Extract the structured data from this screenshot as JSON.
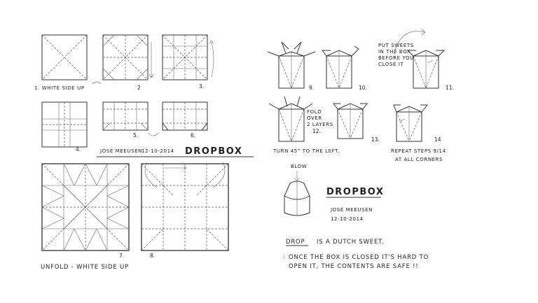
{
  "steps": {
    "s1": "1. WHITE SIDE UP",
    "s2": "2",
    "s3": "3.",
    "s4": "4.",
    "s5": "5.",
    "s6": "6.",
    "s7": "7.",
    "s8": "8.",
    "s9": "9.",
    "s10": "10.",
    "s11": "11.",
    "s12": "12.",
    "s13": "13.",
    "s14": "14"
  },
  "notes": {
    "unfold": "UNFOLD - WHITE SIDE UP",
    "sweets_l1": "PUT SWEETS",
    "sweets_l2": "IN THE BOX",
    "sweets_l3": "BEFORE YOU",
    "sweets_l4": "CLOSE IT",
    "fold_l1": "FOLD",
    "fold_l2": "OVER",
    "fold_l3": "2 LAYERS",
    "turn": "TURN 45° TO THE LEFT.",
    "repeat_l1": "REPEAT STEPS 9/14",
    "repeat_l2": "AT ALL CORNERS",
    "blow": "BLOW"
  },
  "credits": {
    "left_author": "JOSÉ MEEUSEN",
    "left_date": "12-10-2014",
    "left_title": "DROPBOX",
    "right_title": "DROPBOX",
    "right_author": "JOSÉ MEEUSEN",
    "right_date": "12-10-2014"
  },
  "description": {
    "drop_word": "DROP",
    "drop_rest": "IS A DUTCH SWEET.",
    "line1": "ONCE THE BOX IS CLOSED IT'S HARD TO",
    "line2": "OPEN IT, THE CONTENTS ARE SAFE !!"
  }
}
